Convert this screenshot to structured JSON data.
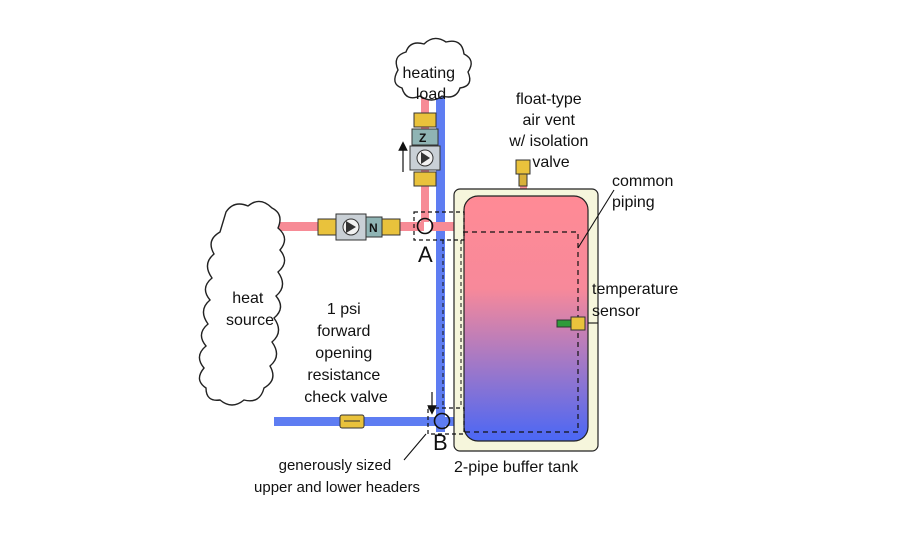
{
  "labels": {
    "heating_load": [
      "heating",
      "load"
    ],
    "heat_source": [
      "heat",
      "source"
    ],
    "air_vent": [
      "float-type",
      "air vent",
      "w/ isolation",
      "valve"
    ],
    "common_piping": [
      "common",
      "piping"
    ],
    "temperature_sensor": [
      "temperature",
      "sensor"
    ],
    "check_valve": [
      "1 psi",
      "forward",
      "opening",
      "resistance",
      "check valve"
    ],
    "headers": [
      "generously sized",
      "upper and lower headers"
    ],
    "tank": "2-pipe buffer tank",
    "point_a": "A",
    "point_b": "B"
  },
  "colors": {
    "hot_pipe": "#f78b96",
    "cold_pipe": "#5e7df2",
    "tank_top": "#ff8a95",
    "tank_bottom": "#4a67f5",
    "tank_jacket": "#f6f6dc",
    "valve_brass": "#e9c23c",
    "circulator_body": "#8fb4b4"
  }
}
